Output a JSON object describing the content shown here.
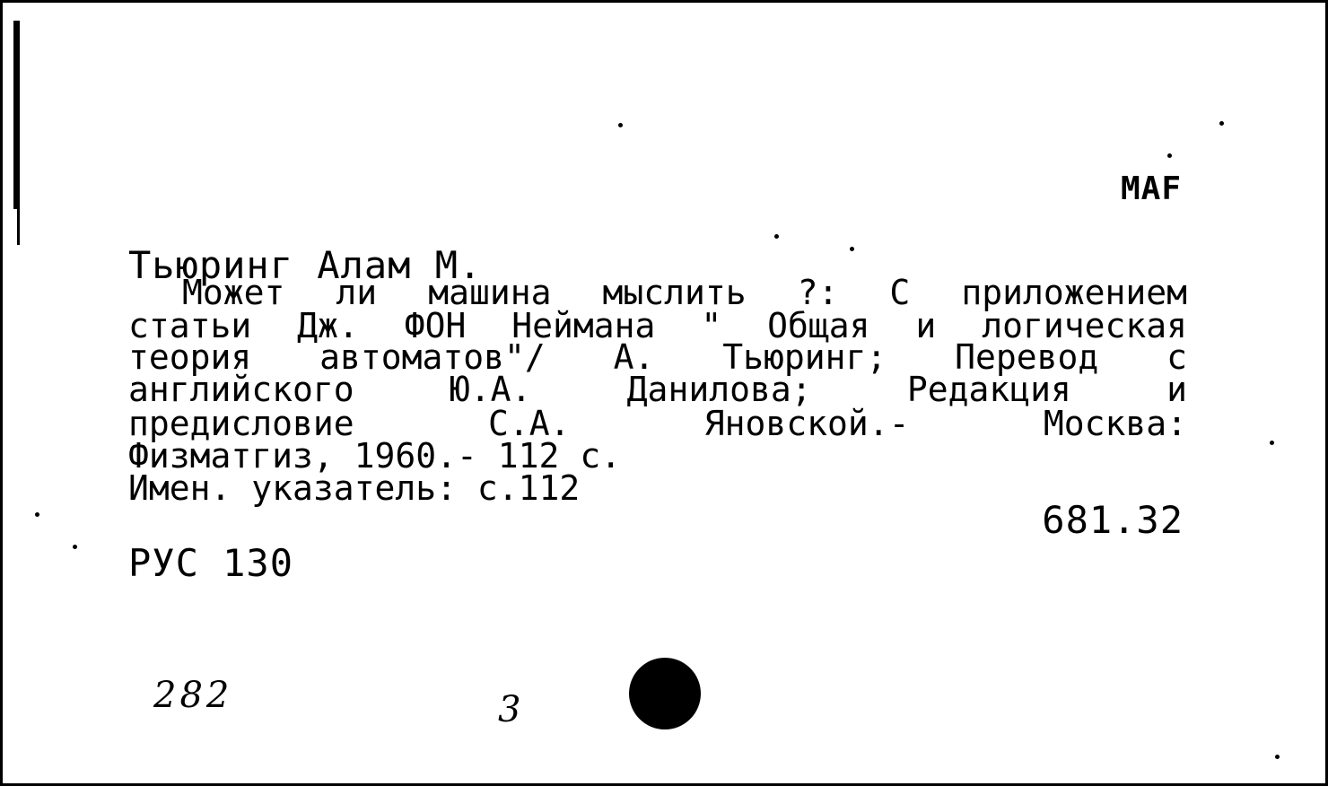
{
  "card": {
    "code": "MAF",
    "author": "Тьюринг Алам М.",
    "description_lines": [
      "Может ли машина мыслить ?: С приложением",
      "статьи Дж. ФОН Неймана \" Общая и логическая",
      "теория автоматов\"/ А. Тьюринг; Перевод с",
      "английского Ю.А. Данилова; Редакция и",
      "предисловие С.А. Яновской.- Москва:",
      "Физматгиз, 1960.- 112 с.",
      "Имен. указатель: с.112"
    ],
    "udc": "681.32",
    "language_code": "РУС 130",
    "handwritten_number": "282",
    "handwritten_mark": "3"
  }
}
